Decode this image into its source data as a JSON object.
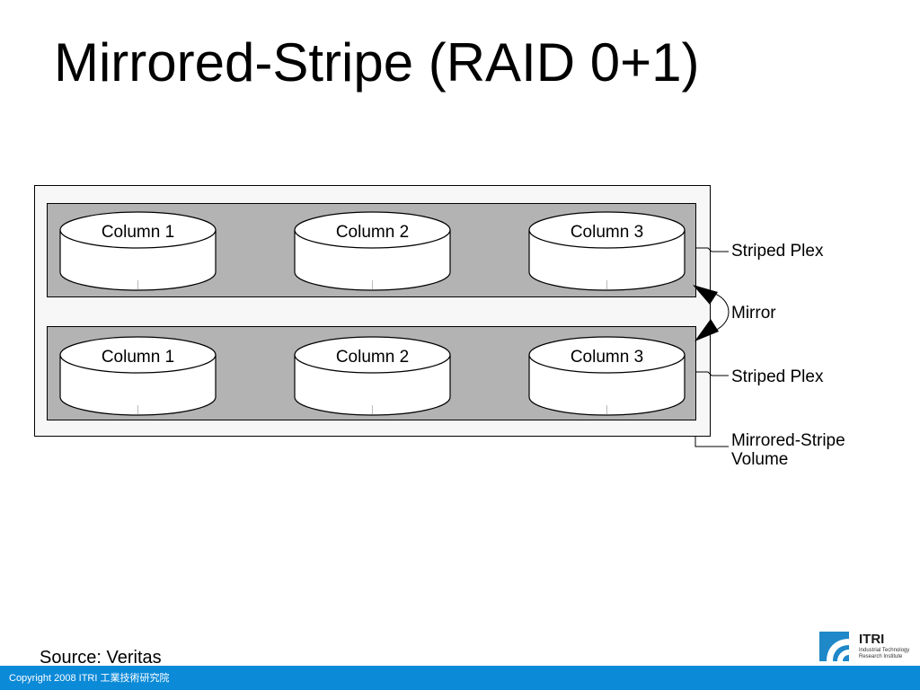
{
  "slide": {
    "title": "Mirrored-Stripe (RAID 0+1)"
  },
  "diagram": {
    "top_plex": {
      "columns": [
        "Column 1",
        "Column 2",
        "Column 3"
      ]
    },
    "bottom_plex": {
      "columns": [
        "Column 1",
        "Column 2",
        "Column 3"
      ]
    },
    "labels": {
      "striped_plex_top": "Striped Plex",
      "mirror": "Mirror",
      "striped_plex_bottom": "Striped Plex",
      "volume_line1": "Mirrored-Stripe",
      "volume_line2": "Volume"
    },
    "colors": {
      "plex_fill": "#b3b3b3",
      "volume_fill": "#f7f7f7",
      "disk_fill": "#ffffff"
    }
  },
  "source": "Source: Veritas",
  "logo": {
    "name": "ITRI",
    "subtitle": "Industrial Technology\nResearch Institute"
  },
  "footer": {
    "text": "Copyright 2008 ITRI 工業技術研究院",
    "color": "#0b8ad8"
  }
}
